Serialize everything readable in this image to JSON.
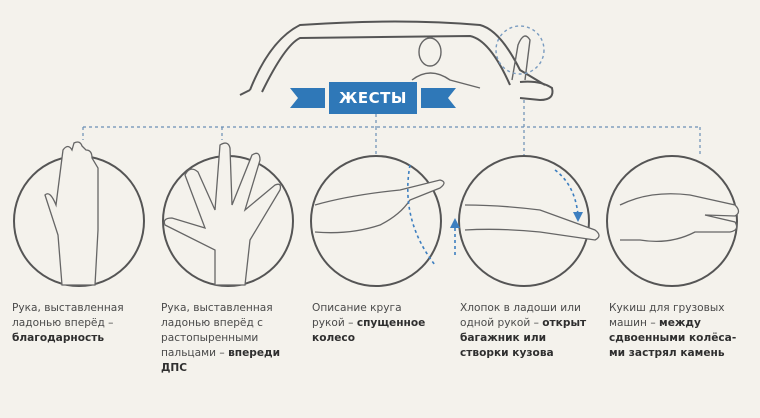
{
  "banner": {
    "title": "ЖЕСТЫ"
  },
  "colors": {
    "accent": "#2f78b8",
    "background": "#f4f2ec",
    "line": "#555555"
  },
  "gestures": [
    {
      "text": "Рука, выставленная ладонью вперёд –",
      "bold": "благодарность"
    },
    {
      "text": "Рука, выставленная ладонью вперёд с растопыренными пальцами –",
      "bold": "впереди ДПС"
    },
    {
      "text": "Описание круга рукой –",
      "bold": "спущенное колесо"
    },
    {
      "text": "Хлопок в ладоши или одной рукой –",
      "bold": "открыт багажник или створки кузова"
    },
    {
      "text": "Кукиш для грузовых машин –",
      "bold": "между сдвоенными колёса-ми застрял камень"
    }
  ]
}
